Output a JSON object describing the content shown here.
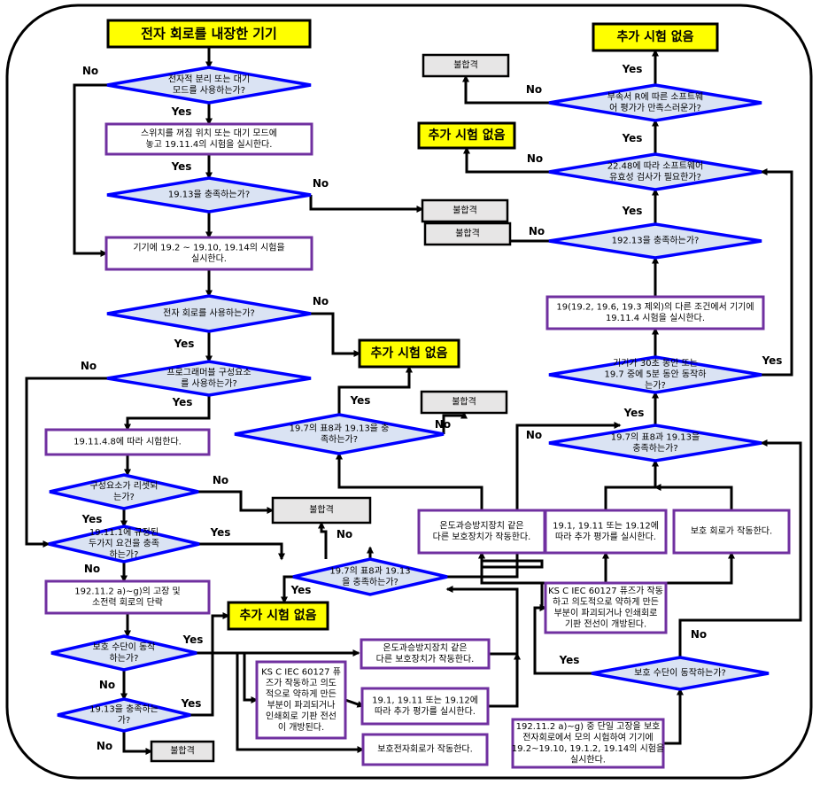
{
  "nodes": {
    "start": "전자 회로를 내장한 기기",
    "d_standby": [
      "전자적 분리 또는 대기",
      "모드를 사용하는가?"
    ],
    "p_switch_off": [
      "스위치를 꺼짐 위치 또는 대기 모드에",
      "놓고 19.11.4의 시험을 실시한다."
    ],
    "d_1913_a": "19.13을 충족하는가?",
    "fail_top": "불합격",
    "p_tests": [
      "기기에 19.2 ~ 19.10, 19.14의 시험을",
      "실시한다."
    ],
    "d_uses_circuit": "전자 회로를 사용하는가?",
    "end_mid": "추가 시험 없음",
    "d_programmable": [
      "프로그래머블 구성요소",
      "를 사용하는가?"
    ],
    "p_19114_8": "19.11.4.8에 따라 시험한다.",
    "d_reset": [
      "구성요소가 리셋되",
      "는가?"
    ],
    "fail_reset": "불합격",
    "d_19111": [
      "19.11.1에 규정된",
      "두가지 요건을 충족",
      "하는가?"
    ],
    "p_fault": [
      "192.11.2 a)~g)의 고장 및",
      "소전력 회로의 단락"
    ],
    "end_left": "추가 시험 없음",
    "d_protect_left": [
      "보호 수단이 동작",
      "하는가?"
    ],
    "d_1913_left": [
      "19.13을 충족하는",
      "가?"
    ],
    "fail_bottom": "불합격",
    "p_overtemp_left": [
      "온도과승방지장치 같은",
      "다른 보호장치가 작동한다."
    ],
    "p_ks_left": [
      "KS C IEC 60127 퓨",
      "즈가 작동하고 의도",
      "적으로 약하게 만든",
      "부분이 파괴되거나",
      "인쇄회로 기판 전선",
      "이 개방된다."
    ],
    "p_1911_left": [
      "19.1, 19.11 또는 19.12에",
      "따라 추가 평가를 실시한다."
    ],
    "p_protect_circuit_left": "보호전자회로가 작동한다.",
    "d_table8_center": [
      "19.7의 표8과 19.13",
      "을 충족하는가?"
    ],
    "fail_center": "불합격",
    "d_table8_upper": [
      "19.7의 표8과 19.13을 충",
      "족하는가?"
    ],
    "fail_upper": "불합격",
    "p_overtemp_mid": [
      "온도과승방지장치 같은",
      "다른 보호장치가 작동한다."
    ],
    "p_1911_mid": [
      "19.1, 19.11 또는 19.12에",
      "따라 추가 평가를 실시한다."
    ],
    "p_protect_mid": "보호 회로가 작동한다.",
    "p_ks_right": [
      "KS C IEC 60127 퓨즈가 작동",
      "하고 의도적으로 약하게 만든",
      "부분이 파괴되거나 인쇄회로",
      "기판 전선이 개방된다."
    ],
    "d_protect_right": "보호 수단이 동작하는가?",
    "p_single_fault": [
      "192.11.2 a)~g) 중 단일 고장을 보호",
      "전자회로에서 모의 시험하여 기기에",
      "19.2~19.10, 19.1.2, 19.14의 시험을",
      "실시한다."
    ],
    "d_table8_right": [
      "19.7의 표8과 19.13을",
      "충족하는가?"
    ],
    "d_30s": [
      "기기가 30초 동안 또는",
      "19.7 중에 5분 동안 동작하",
      "는가?"
    ],
    "p_19_excl": [
      "19(19.2, 19.6, 19.3 제외)의 다른 조건에서 기기에",
      "19.11.4 시험을 실시한다."
    ],
    "d_1913_right": "192.13을 충족하는가?",
    "fail_right": "불합격",
    "d_2248": [
      "22.48에 따라 소프트웨어",
      "유효성 검사가 필요한가?"
    ],
    "end_right_mid": "추가 시험 없음",
    "d_annex_r": [
      "부속서 R에 따른 소프트웨",
      "어 평가가 만족스러운가?"
    ],
    "fail_top_right": "불합격",
    "end_top_right": "추가 시험 없음"
  },
  "edge_labels": {
    "yes": "Yes",
    "no": "No"
  },
  "colors": {
    "terminal_fill": "#ffff00",
    "process_border": "#7030a0",
    "decision_border": "#0000ff",
    "decision_fill": "#dae3f3",
    "fail_fill": "#e7e6e6",
    "arrow": "#000000"
  }
}
